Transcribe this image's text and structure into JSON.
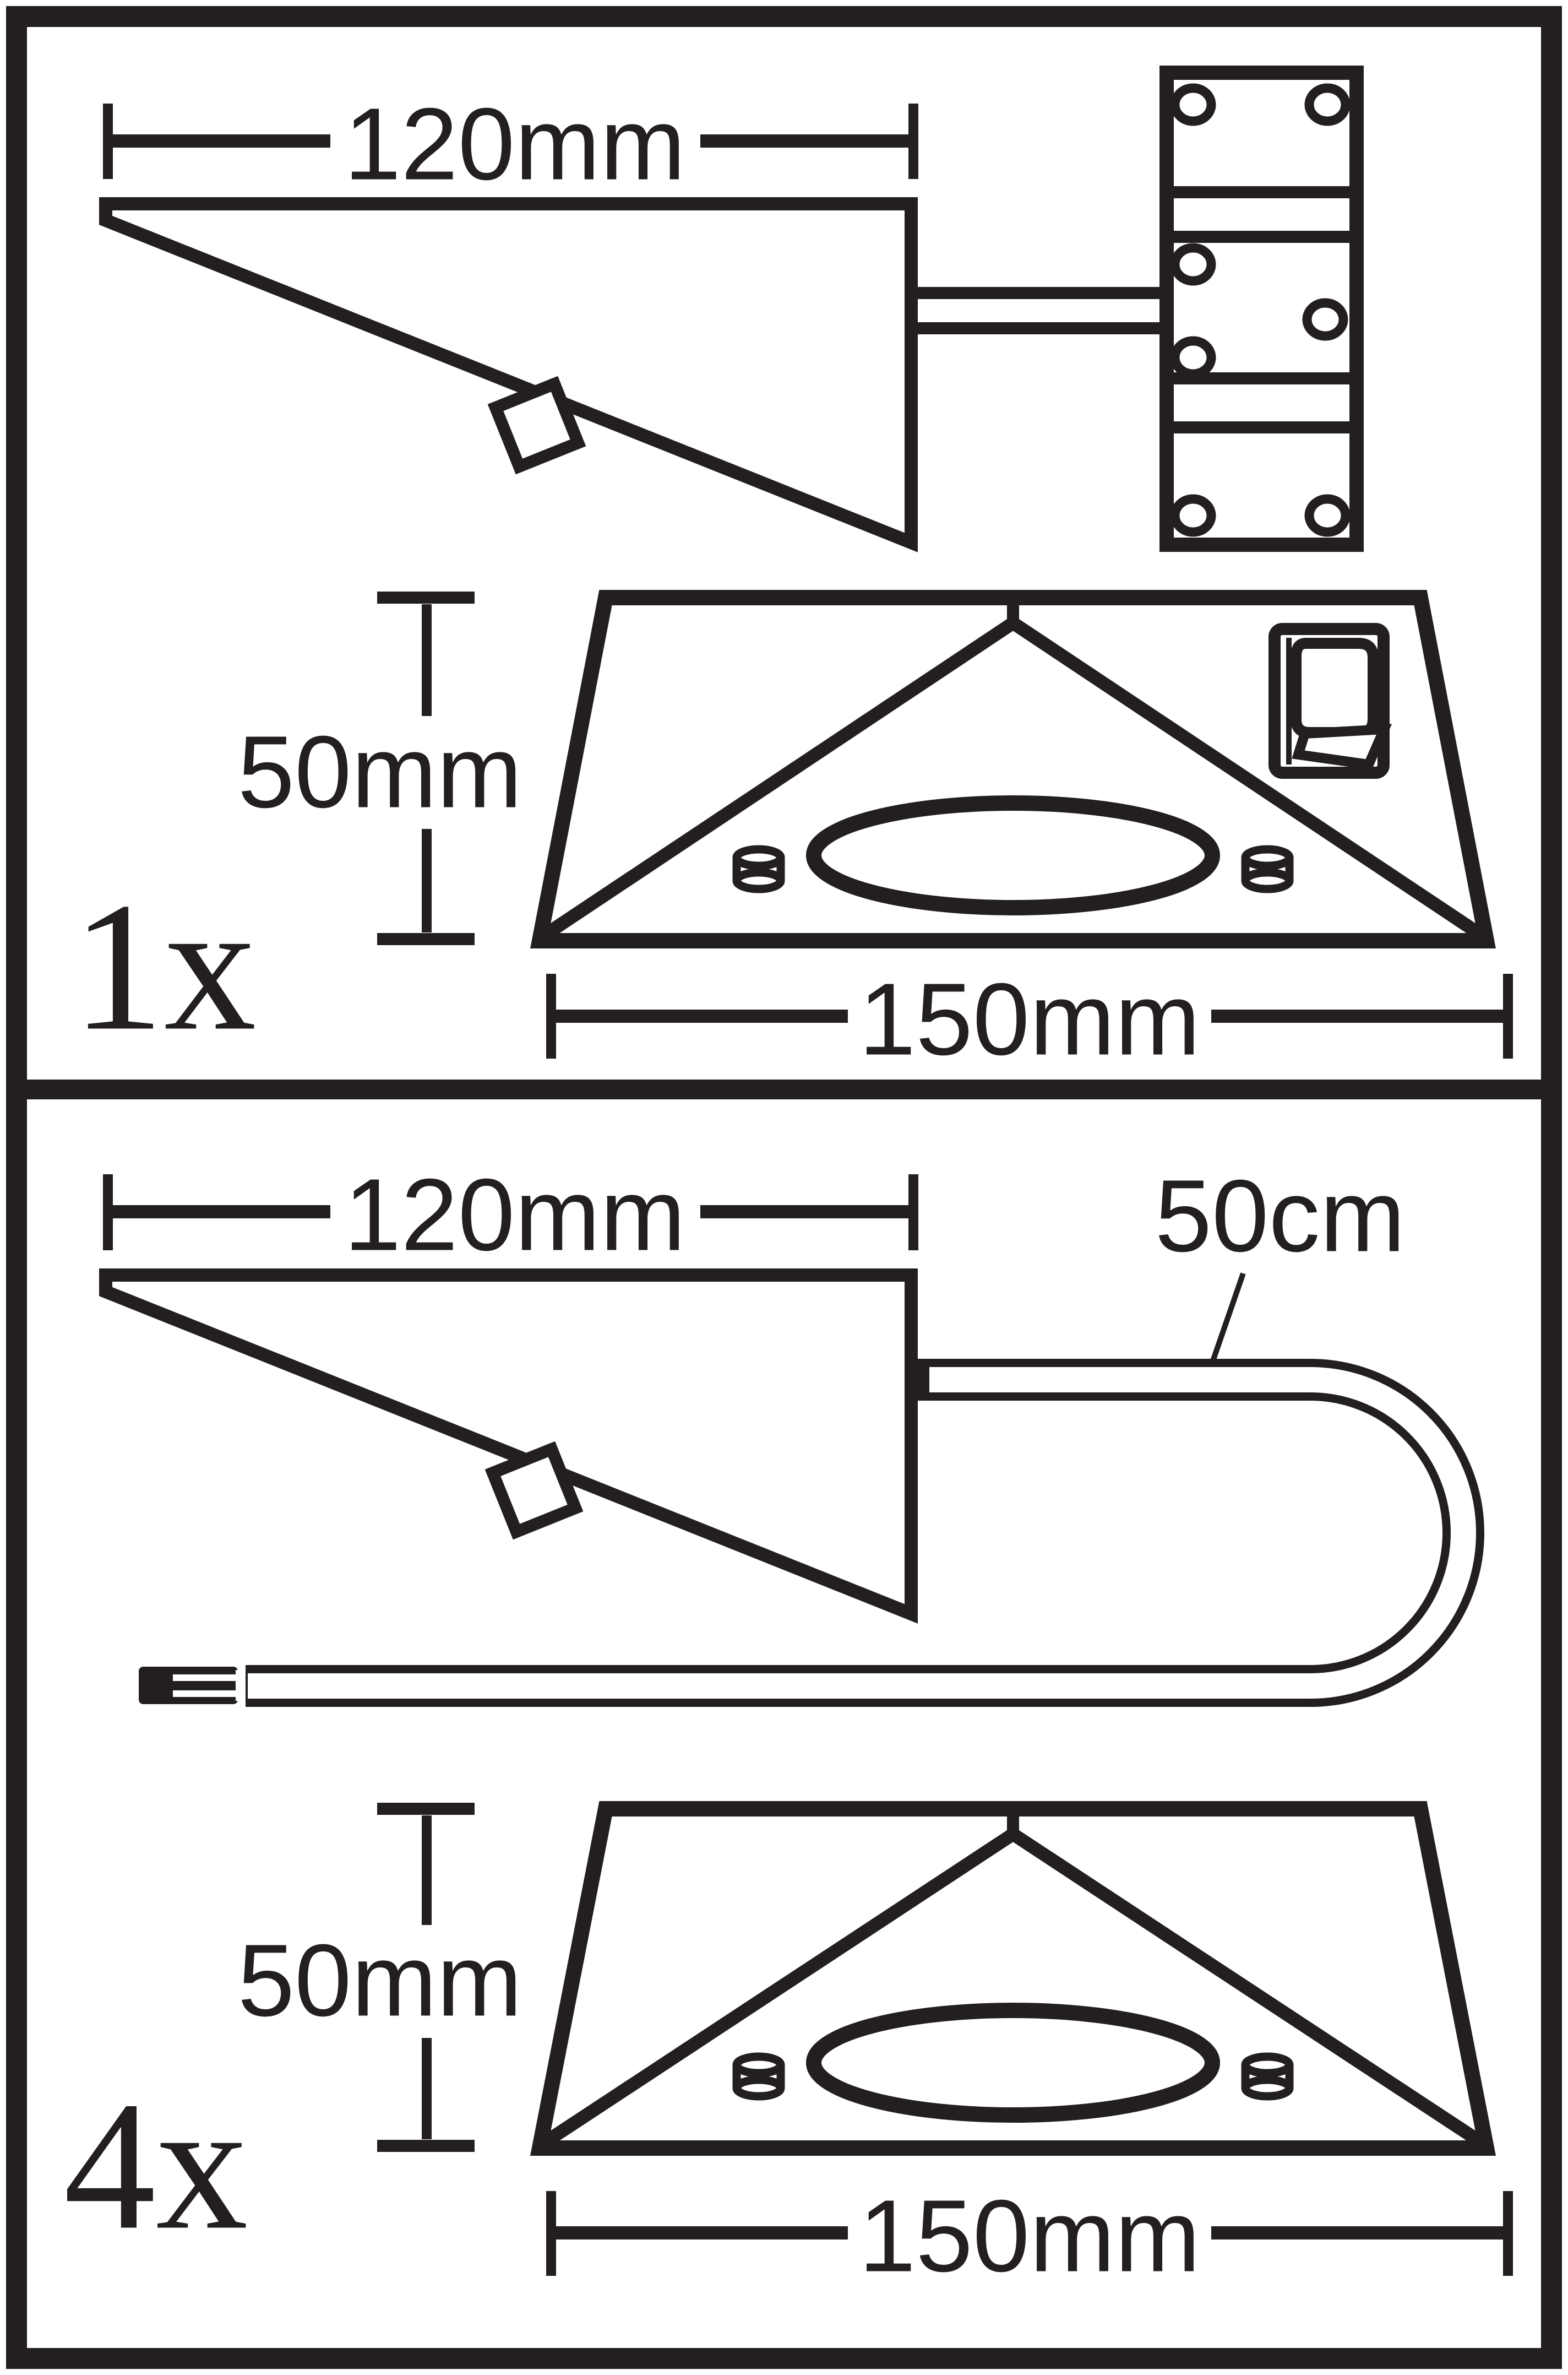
{
  "colors": {
    "ink": "#231f20",
    "paper": "#ffffff"
  },
  "panels": {
    "top": {
      "quantity": "1x",
      "dims": {
        "width": "120mm",
        "height": "50mm",
        "base": "150mm"
      }
    },
    "bottom": {
      "quantity": "4x",
      "dims": {
        "width": "120mm",
        "height": "50mm",
        "base": "150mm",
        "cable_length": "50cm"
      }
    }
  }
}
